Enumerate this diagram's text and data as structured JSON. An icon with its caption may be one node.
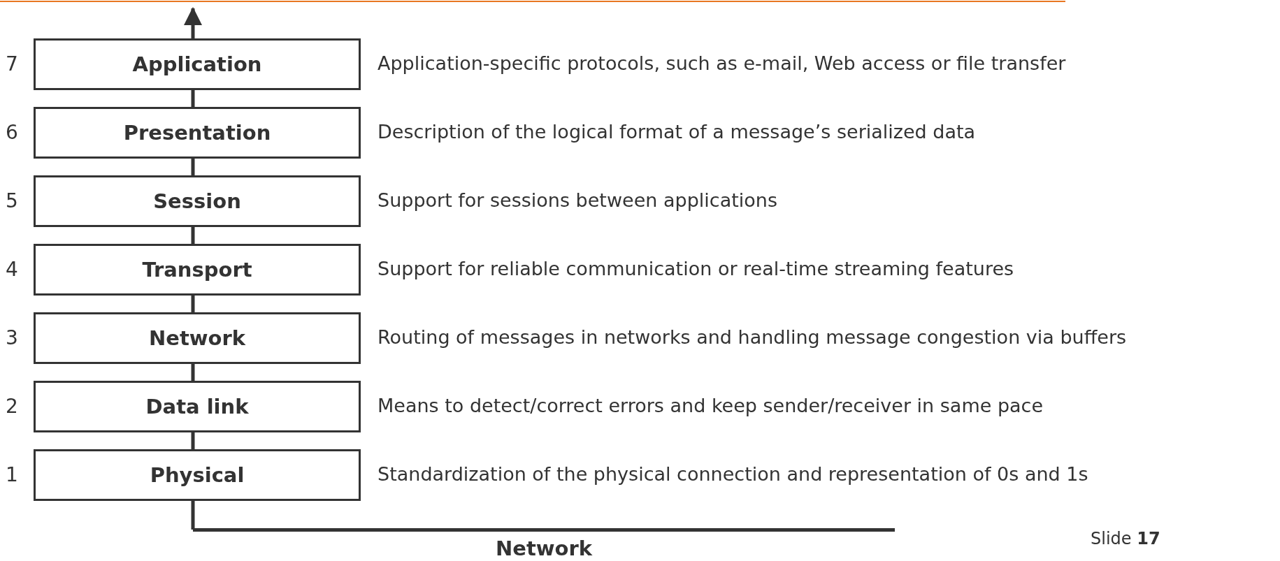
{
  "diagram": {
    "nodes": [
      {
        "text": [
          "Application"
        ],
        "beside": [
          "7",
          "Application-specific protocols, such as e-mail, Web access or file transfer"
        ]
      },
      {
        "text": [
          "Presentation"
        ],
        "beside": [
          "6",
          "Description of the logical format of a message’s serialized data"
        ]
      },
      {
        "text": [
          "Session"
        ],
        "beside": [
          "5",
          "Support for sessions between applications"
        ]
      },
      {
        "text": [
          "Transport"
        ],
        "beside": [
          "4",
          "Support for reliable communication or real-time streaming features"
        ]
      },
      {
        "text": [
          "Network"
        ],
        "beside": [
          "3",
          "Routing of messages in networks and handling message congestion via buffers"
        ]
      },
      {
        "text": [
          "Data link"
        ],
        "beside": [
          "2",
          "Means to detect/correct errors and keep sender/receiver in same pace"
        ]
      },
      {
        "text": [
          "Physical"
        ],
        "beside": [
          "1",
          "Standardization of the physical connection and representation of 0s and 1s"
        ]
      },
      {
        "text": [
          "Network"
        ]
      }
    ],
    "edges": [
      {
        "from": 0,
        "to": null,
        "arrow": "to"
      },
      {
        "from": 1,
        "to": 0,
        "arrow": "none"
      },
      {
        "from": 2,
        "to": 1,
        "arrow": "none"
      },
      {
        "from": 3,
        "to": 2,
        "arrow": "none"
      },
      {
        "from": 4,
        "to": 3,
        "arrow": "none"
      },
      {
        "from": 5,
        "to": 4,
        "arrow": "none"
      },
      {
        "from": 6,
        "to": 5,
        "arrow": "none"
      },
      {
        "from": 6,
        "to": 7,
        "arrow": "none"
      }
    ],
    "labels": [
      "Slide **17**"
    ]
  }
}
